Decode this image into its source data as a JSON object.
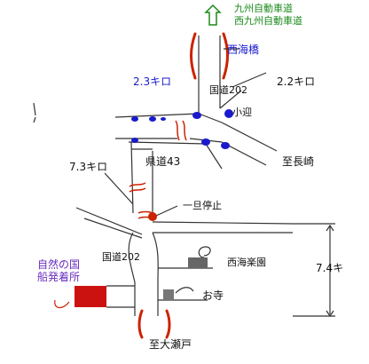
{
  "map": {
    "highway_line1": "九州自動車道",
    "highway_line2": "西九州自動車道",
    "saikai_bridge": "西海橋",
    "dist_left_top": "2.3キロ",
    "dist_right_top": "2.2キロ",
    "route202_top": "国道202",
    "kosako": "小迎",
    "to_nagasaki": "至長崎",
    "dist_left_mid": "7.3キロ",
    "prefroute43": "県道43",
    "stop_sign": "一旦停止",
    "route202_lower": "国道202",
    "saikai_gakuen": "西海楽園",
    "nature_country_line1": "自然の国",
    "nature_country_line2": "船発着所",
    "otera": "お寺",
    "vertical_distance": "7.4キ",
    "to_oseto": "至大瀬戸",
    "colors": {
      "road": "#333333",
      "red_marker": "#cc2200",
      "blue_marker": "#1a1acc",
      "green_text": "#1a8a1a",
      "purple_text": "#6a2fc0"
    }
  }
}
